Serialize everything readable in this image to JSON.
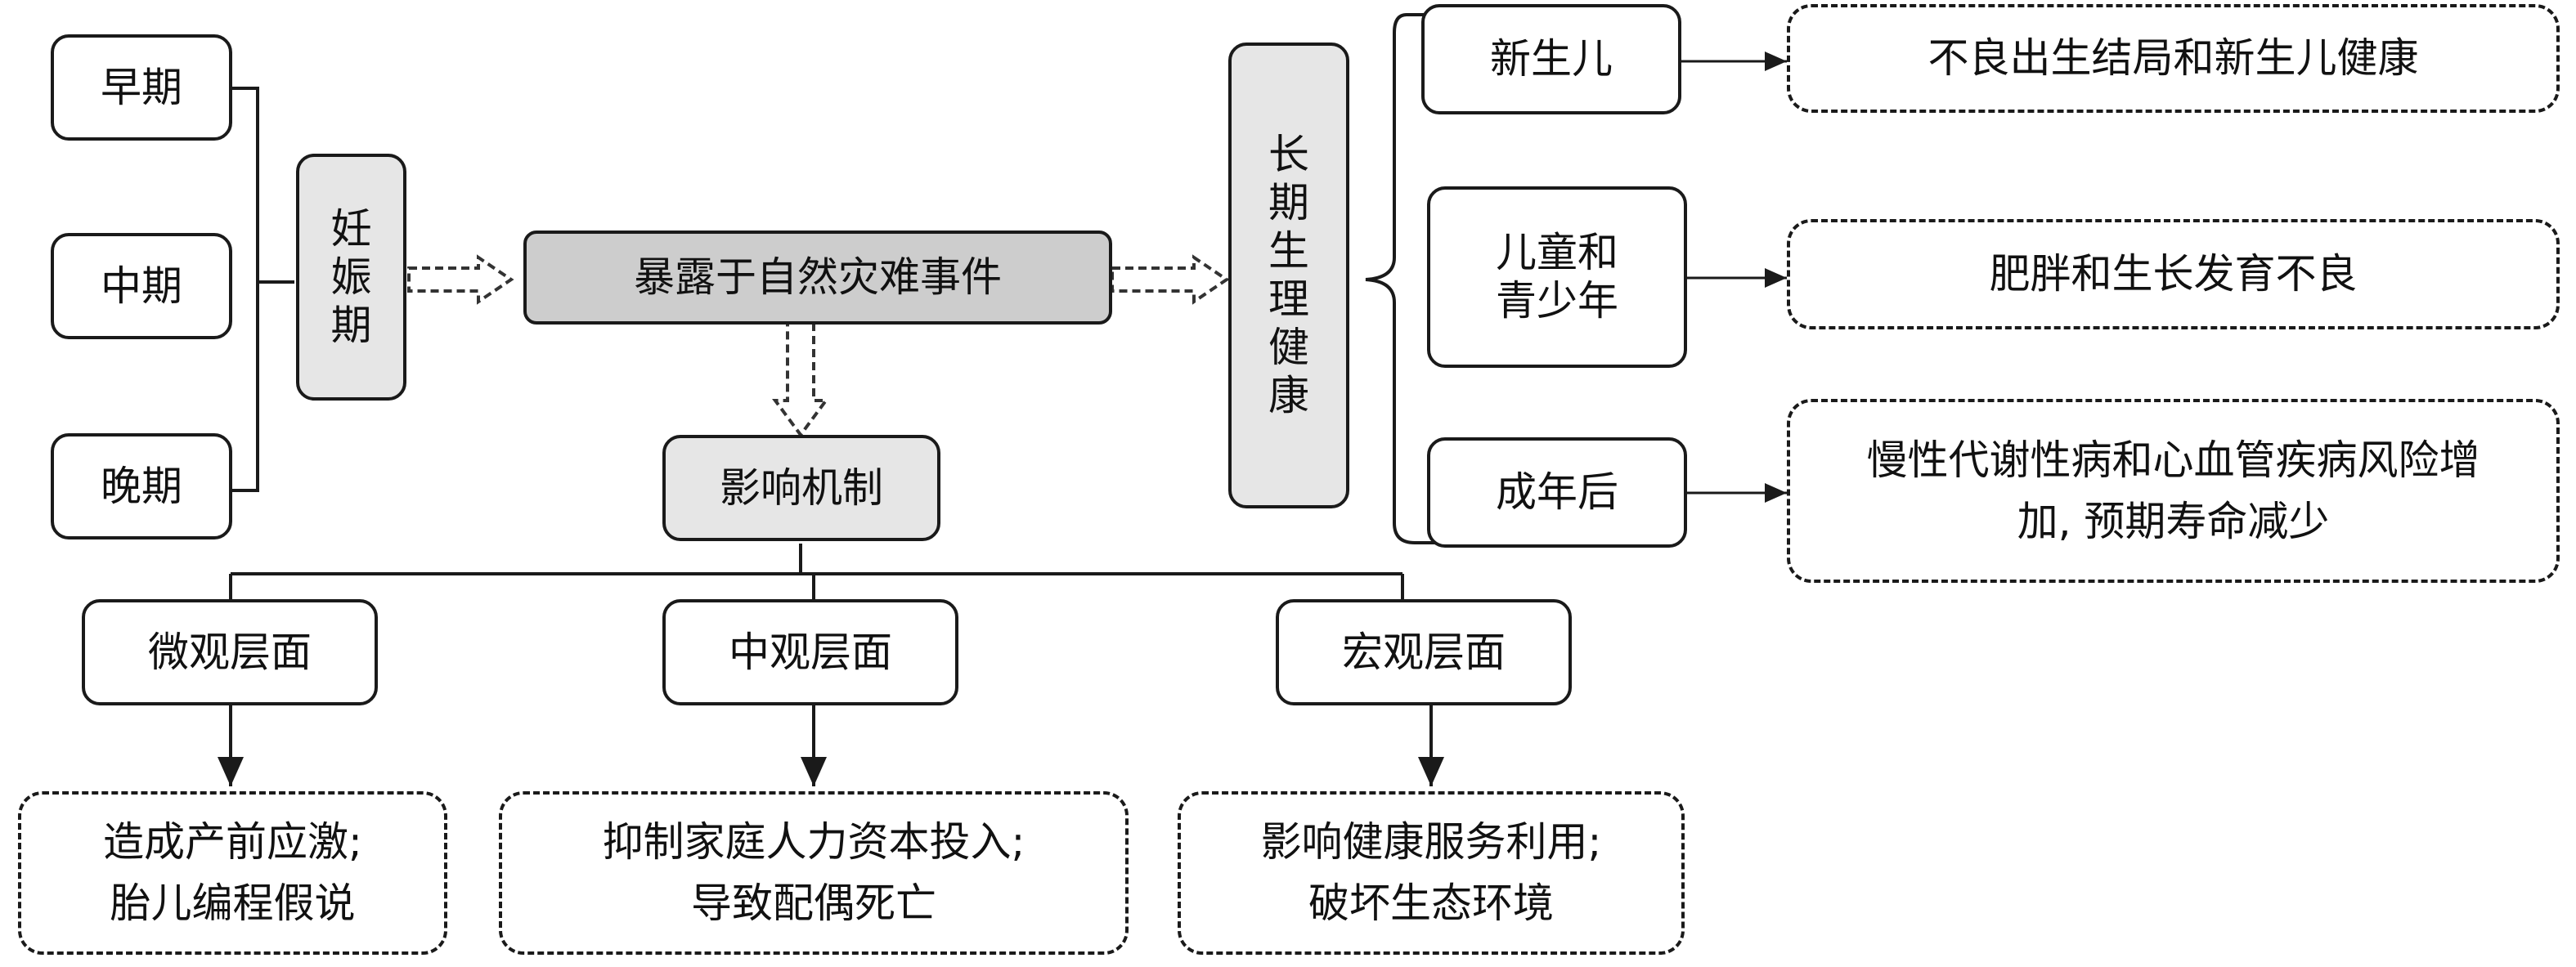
{
  "stages": [
    "早期",
    "中期",
    "晚期"
  ],
  "pregnancy": [
    "妊",
    "娠",
    "期"
  ],
  "exposure": "暴露于自然灾难事件",
  "long_term": [
    "长",
    "期",
    "生",
    "理",
    "健",
    "康"
  ],
  "life_stages": [
    {
      "lines": [
        "新生儿"
      ],
      "outcome": [
        "不良出生结局和新生儿健康"
      ]
    },
    {
      "lines": [
        "儿童和",
        "青少年"
      ],
      "outcome": [
        "肥胖和生长发育不良"
      ]
    },
    {
      "lines": [
        "成年后"
      ],
      "outcome": [
        "慢性代谢性病和心血管疾病风险增",
        "加, 预期寿命减少"
      ]
    }
  ],
  "mechanism": "影响机制",
  "levels": [
    {
      "name": "微观层面",
      "detail": [
        "造成产前应激;",
        "胎儿编程假说"
      ]
    },
    {
      "name": "中观层面",
      "detail": [
        "抑制家庭人力资本投入;",
        "导致配偶死亡"
      ]
    },
    {
      "name": "宏观层面",
      "detail": [
        "影响健康服务利用;",
        "破坏生态环境"
      ]
    }
  ]
}
